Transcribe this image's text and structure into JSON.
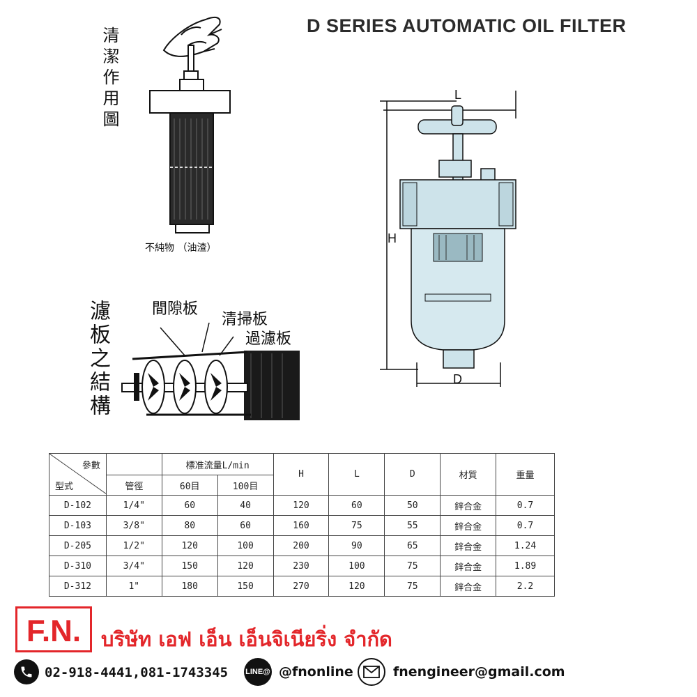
{
  "title": "D SERIES AUTOMATIC OIL FILTER",
  "cleaning_caption": "清潔作用圖",
  "impurity_label": "不純物 （油渣）",
  "structure_caption": "濾板之結構",
  "structure_labels": {
    "gap_plate": "間隙板",
    "cleaning_plate": "清掃板",
    "filter_plate": "過濾板"
  },
  "dimensions": {
    "L": "L",
    "H": "H",
    "D": "D"
  },
  "table": {
    "corner_top": "參數",
    "corner_bottom": "型式",
    "pipe": "管徑",
    "flow_group": "標准流量L/min",
    "mesh_60": "60目",
    "mesh_100": "100目",
    "H": "H",
    "L": "L",
    "D": "D",
    "material": "材質",
    "weight": "重量",
    "rows": [
      [
        "D-102",
        "1/4\"",
        "60",
        "40",
        "120",
        "60",
        "50",
        "鋅合金",
        "0.7"
      ],
      [
        "D-103",
        "3/8\"",
        "80",
        "60",
        "160",
        "75",
        "55",
        "鋅合金",
        "0.7"
      ],
      [
        "D-205",
        "1/2\"",
        "120",
        "100",
        "200",
        "90",
        "65",
        "鋅合金",
        "1.24"
      ],
      [
        "D-310",
        "3/4\"",
        "150",
        "120",
        "230",
        "100",
        "75",
        "鋅合金",
        "1.89"
      ],
      [
        "D-312",
        "1\"",
        "180",
        "150",
        "270",
        "120",
        "75",
        "鋅合金",
        "2.2"
      ]
    ]
  },
  "footer": {
    "logo": "F.N.",
    "company": "บริษัท เอฟ เอ็น เอ็นจิเนียริ่ง จำกัด",
    "phone": "02-918-4441,081-1743345",
    "line_icon_text": "LINE@",
    "line_id": "@fnonline",
    "email": "fnengineer@gmail.com",
    "brand_color": "#e3262a"
  }
}
